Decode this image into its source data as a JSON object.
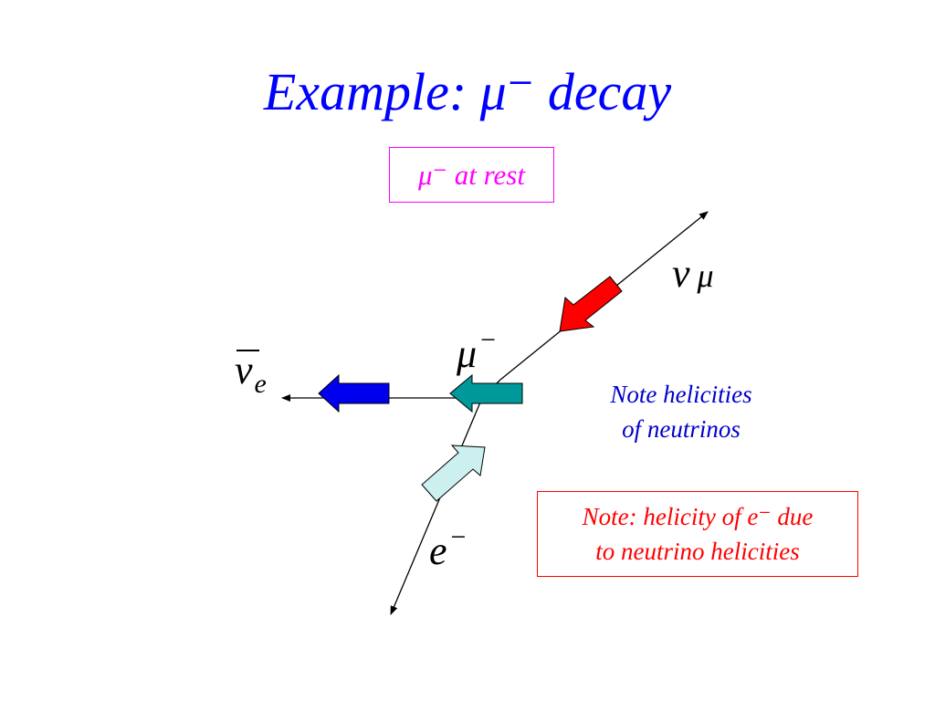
{
  "slide": {
    "title": "Example: μ⁻ decay",
    "rest_label": "μ⁻ at rest",
    "note_helicities_line1": "Note helicities",
    "note_helicities_line2": "of neutrinos",
    "note_electron_line1": "Note: helicity of e⁻ due",
    "note_electron_line2": "to neutrino helicities"
  },
  "particles": {
    "muon_neutrino": {
      "symbol": "ν",
      "subscript": "μ"
    },
    "electron_antineutrino": {
      "symbol": "ν",
      "subscript": "e"
    },
    "muon": {
      "symbol": "μ",
      "superscript": "−"
    },
    "electron": {
      "symbol": "e",
      "superscript": "−"
    }
  },
  "colors": {
    "title": "#0000ff",
    "rest_box": "#ff00ff",
    "note_box": "#ff0000",
    "muon_neutrino_arrow": "#ff0000",
    "antineutrino_arrow": "#0000ee",
    "muon_arrow": "#009999",
    "electron_arrow": "#ccf0f0"
  }
}
